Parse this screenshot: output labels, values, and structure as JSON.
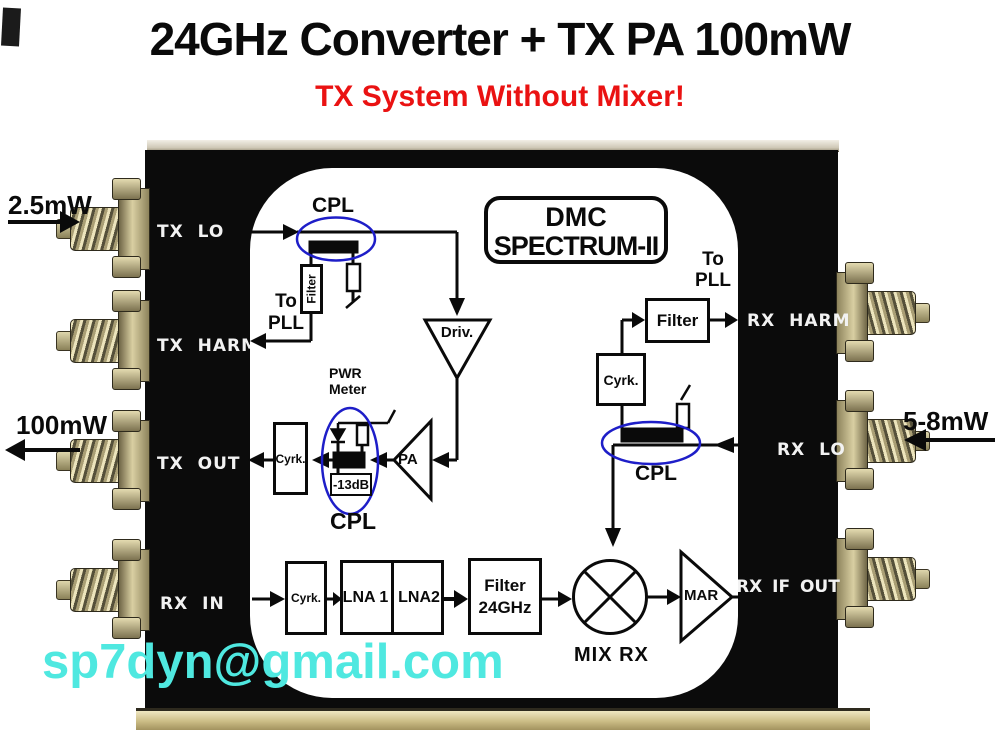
{
  "header": {
    "title": "24GHz Converter + TX PA 100mW",
    "subtitle": "TX System Without Mixer!"
  },
  "device": {
    "badge": {
      "line1": "DMC",
      "line2": "SPECTRUM-II"
    },
    "ports": {
      "tx_lo": "TX LO",
      "tx_harm": "TX HARM",
      "tx_out": "TX OUT",
      "rx_in": "RX IN",
      "rx_harm": "RX HARM",
      "rx_lo": "RX LO",
      "rx_if_out": "RX IF OUT"
    },
    "power_labels": {
      "tx_lo_in": "2.5mW",
      "tx_out": "100mW",
      "rx_lo_in": "5-8mW"
    },
    "diagram": {
      "tx_cpl": "CPL",
      "tx_filter": "Filter",
      "tx_to_pll_1": "To",
      "tx_to_pll_2": "PLL",
      "driver": "Driv.",
      "pa": "PA",
      "pwr_meter_1": "PWR",
      "pwr_meter_2": "Meter",
      "attenuator": "-13dB",
      "out_cpl": "CPL",
      "out_cyrk": "Cyrk.",
      "rx_cyrk": "Cyrk.",
      "lna1": "LNA 1",
      "lna2": "LNA2",
      "filter24_1": "Filter",
      "filter24_2": "24GHz",
      "mixer": "MIX RX",
      "mar": "MAR",
      "rx_lo_cpl": "CPL",
      "rx_lo_cyrk": "Cyrk.",
      "rx_filter": "Filter",
      "rx_to_pll_1": "To",
      "rx_to_pll_2": "PLL"
    }
  },
  "footer": {
    "email": "sp7dyn@gmail.com"
  },
  "colors": {
    "coupler_highlight_blue": "#1e1ec8",
    "email_cyan": "#4fe8e0",
    "subtitle_red": "#ea1212",
    "box_black": "#0b0b0b",
    "brass": "#cbbc85"
  }
}
